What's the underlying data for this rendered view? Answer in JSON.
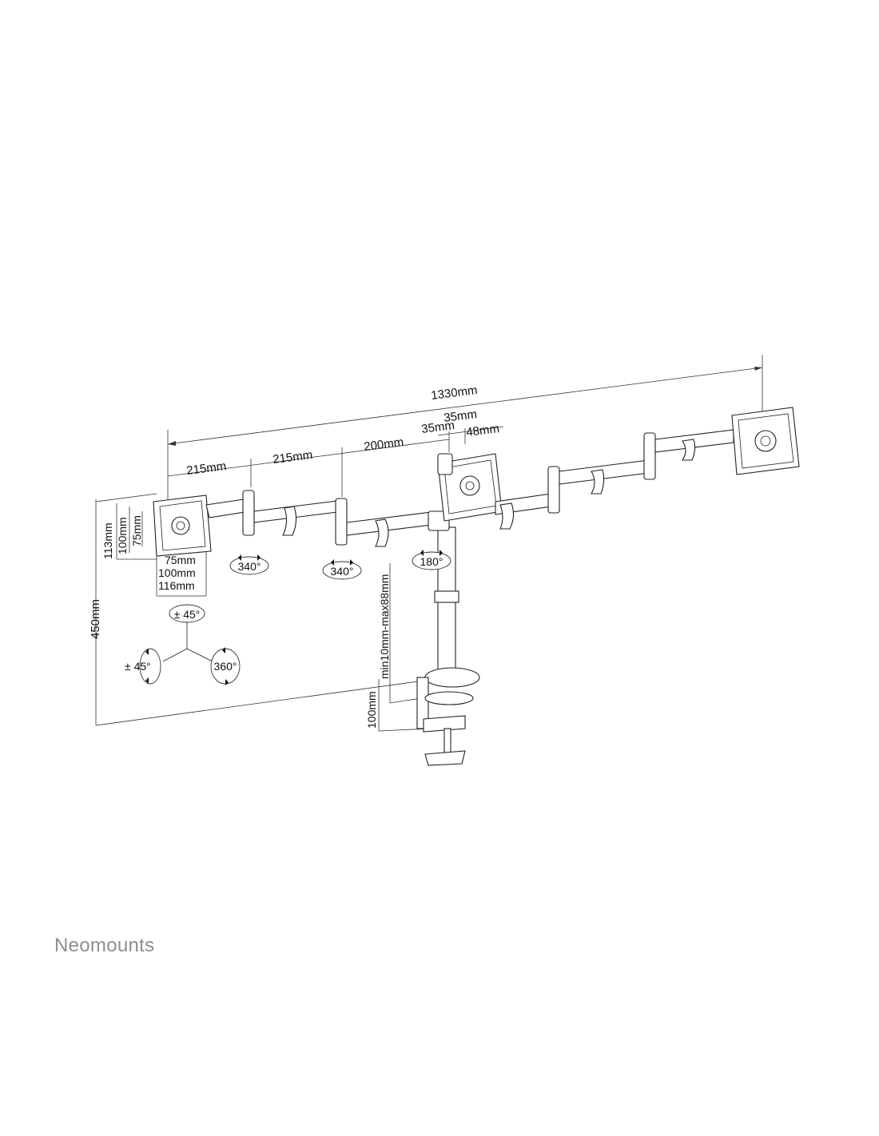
{
  "dimensions": {
    "total_width": "1330mm",
    "arm_segment_1": "215mm",
    "arm_segment_2": "215mm",
    "arm_segment_3": "200mm",
    "center_offset_a": "35mm",
    "center_offset_b": "35mm",
    "center_offset_c": "48mm",
    "height_total": "450mm",
    "height_range": "min10mm-max88mm",
    "clamp_height": "100mm"
  },
  "vesa": {
    "height_outer": "113mm",
    "height_mid": "100mm",
    "height_inner": "75mm",
    "width_inner": "75mm",
    "width_mid": "100mm",
    "width_outer": "116mm"
  },
  "rotations": {
    "arm_1": "340°",
    "arm_2": "340°",
    "arm_center": "180°",
    "tilt_top": "± 45°",
    "tilt_left": "± 45°",
    "swivel": "360°"
  },
  "brand": {
    "name": "Neomounts"
  }
}
